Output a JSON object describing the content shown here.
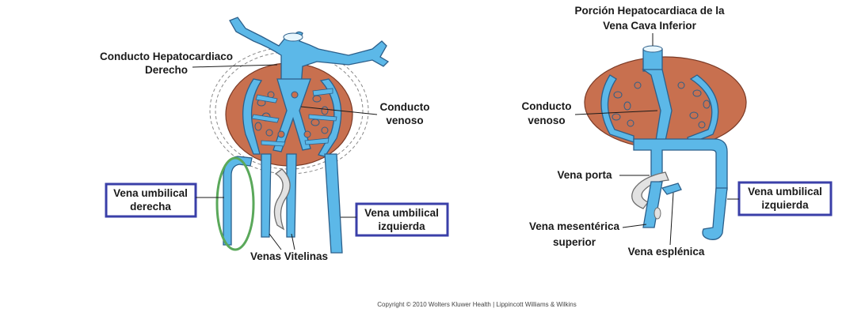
{
  "left_diagram": {
    "conducto_hepatocardiaco_line1": "Conducto Hepatocardiaco",
    "conducto_hepatocardiaco_line2": "Derecho",
    "conducto_venoso_line1": "Conducto",
    "conducto_venoso_line2": "venoso",
    "vena_umbilical_derecha_line1": "Vena umbilical",
    "vena_umbilical_derecha_line2": "derecha",
    "vena_umbilical_izquierda_line1": "Vena umbilical",
    "vena_umbilical_izquierda_line2": "izquierda",
    "venas_vitelinas": "Venas Vitelinas"
  },
  "right_diagram": {
    "porcion_line1": "Porción Hepatocardiaca de la",
    "porcion_line2": "Vena Cava Inferior",
    "conducto_venoso_line1": "Conducto",
    "conducto_venoso_line2": "venoso",
    "vena_porta": "Vena porta",
    "vena_umbilical_izquierda_line1": "Vena umbilical",
    "vena_umbilical_izquierda_line2": "izquierda",
    "vena_mesenterica_line1": "Vena mesentérica",
    "vena_mesenterica_line2": "superior",
    "vena_esplenica": "Vena esplénica"
  },
  "copyright": "Copyright © 2010 Wolters Kluwer Health | Lippincott Williams & Wilkins",
  "colors": {
    "liver": "#c8704f",
    "vein": "#5cb8e8",
    "highlight_box": "#3a3fa8",
    "highlight_ring": "#5aa85a"
  }
}
